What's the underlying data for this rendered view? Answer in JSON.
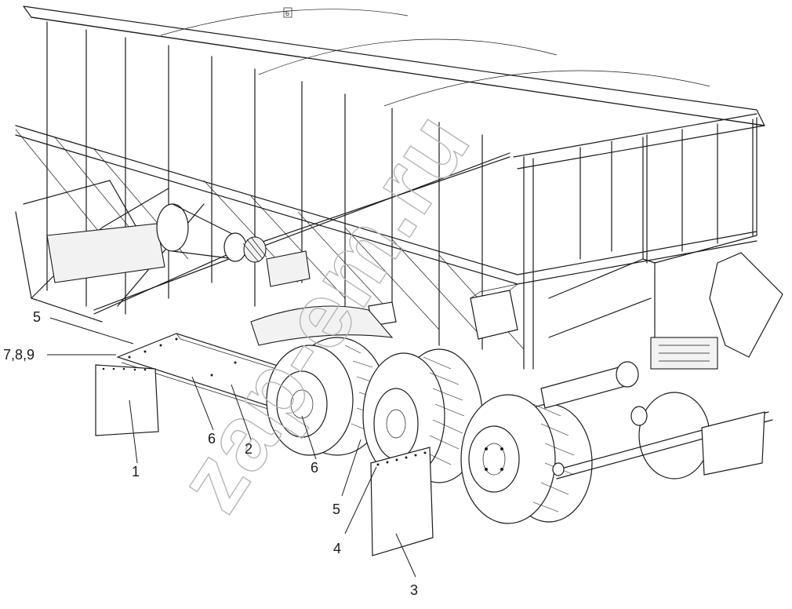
{
  "diagram": {
    "callouts": [
      {
        "id": "c1",
        "label": "1"
      },
      {
        "id": "c2",
        "label": "2"
      },
      {
        "id": "c3",
        "label": "3"
      },
      {
        "id": "c4",
        "label": "4"
      },
      {
        "id": "c5a",
        "label": "5"
      },
      {
        "id": "c5b",
        "label": "5"
      },
      {
        "id": "c6a",
        "label": "6"
      },
      {
        "id": "c6b",
        "label": "6"
      },
      {
        "id": "c789",
        "label": "7,8,9"
      }
    ],
    "frame_tag": "6",
    "watermark": "zap-em.ru"
  }
}
